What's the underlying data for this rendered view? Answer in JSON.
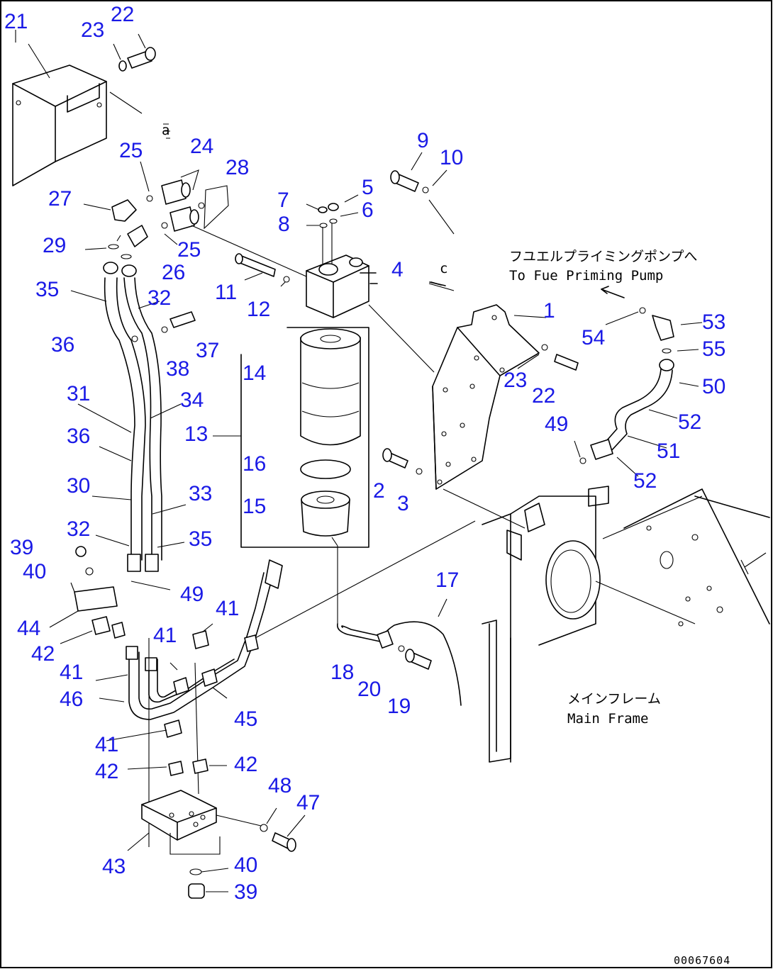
{
  "drawing_code": "00067604",
  "notes": {
    "fuel_pump_jp": "フユエルプライミングポンプへ",
    "fuel_pump_en": "To Fue  Priming  Pump",
    "frame_jp": "メインフレーム",
    "frame_en": "Main Frame",
    "ref_a": "a",
    "ref_c": "c"
  },
  "callouts": [
    {
      "n": "21"
    },
    {
      "n": "23"
    },
    {
      "n": "22"
    },
    {
      "n": "24"
    },
    {
      "n": "28"
    },
    {
      "n": "25"
    },
    {
      "n": "27"
    },
    {
      "n": "25"
    },
    {
      "n": "26"
    },
    {
      "n": "29"
    },
    {
      "n": "9"
    },
    {
      "n": "10"
    },
    {
      "n": "7"
    },
    {
      "n": "5"
    },
    {
      "n": "6"
    },
    {
      "n": "8"
    },
    {
      "n": "4"
    },
    {
      "n": "11"
    },
    {
      "n": "12"
    },
    {
      "n": "35"
    },
    {
      "n": "32"
    },
    {
      "n": "36"
    },
    {
      "n": "37"
    },
    {
      "n": "38"
    },
    {
      "n": "1"
    },
    {
      "n": "14"
    },
    {
      "n": "23"
    },
    {
      "n": "22"
    },
    {
      "n": "54"
    },
    {
      "n": "53"
    },
    {
      "n": "55"
    },
    {
      "n": "50"
    },
    {
      "n": "52"
    },
    {
      "n": "31"
    },
    {
      "n": "34"
    },
    {
      "n": "36"
    },
    {
      "n": "13"
    },
    {
      "n": "49"
    },
    {
      "n": "51"
    },
    {
      "n": "16"
    },
    {
      "n": "2"
    },
    {
      "n": "3"
    },
    {
      "n": "52"
    },
    {
      "n": "30"
    },
    {
      "n": "33"
    },
    {
      "n": "15"
    },
    {
      "n": "32"
    },
    {
      "n": "35"
    },
    {
      "n": "39"
    },
    {
      "n": "40"
    },
    {
      "n": "49"
    },
    {
      "n": "17"
    },
    {
      "n": "41"
    },
    {
      "n": "44"
    },
    {
      "n": "41"
    },
    {
      "n": "42"
    },
    {
      "n": "18"
    },
    {
      "n": "41"
    },
    {
      "n": "20"
    },
    {
      "n": "19"
    },
    {
      "n": "46"
    },
    {
      "n": "45"
    },
    {
      "n": "41"
    },
    {
      "n": "42"
    },
    {
      "n": "42"
    },
    {
      "n": "48"
    },
    {
      "n": "47"
    },
    {
      "n": "43"
    },
    {
      "n": "40"
    },
    {
      "n": "39"
    }
  ]
}
